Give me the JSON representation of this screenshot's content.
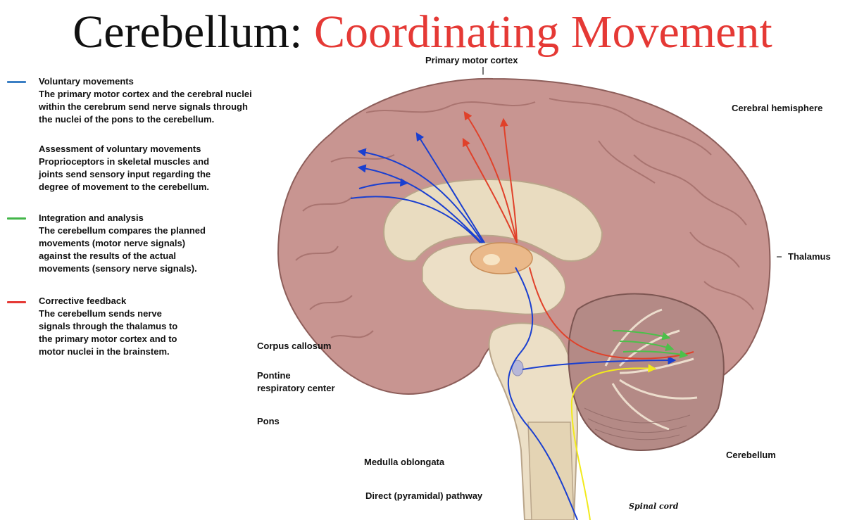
{
  "title": {
    "part1": "Cerebellum: ",
    "part2": "Coordinating Movement"
  },
  "legend": [
    {
      "color": "#3b7fc4",
      "heading": "Voluntary movements",
      "body": "The primary motor cortex and the cerebral nuclei\nwithin the cerebrum send nerve signals through\nthe nuclei of the pons to the cerebellum."
    },
    {
      "color": "",
      "heading": "Assessment of voluntary movements",
      "body": "Proprioceptors in skeletal muscles and\njoints send sensory input regarding the\ndegree of movement to the cerebellum."
    },
    {
      "color": "#43b649",
      "heading": "Integration and analysis",
      "body": "The cerebellum compares the planned\nmovements (motor nerve signals)\nagainst the results of the actual\nmovements (sensory nerve signals)."
    },
    {
      "color": "#e53935",
      "heading": "Corrective feedback",
      "body": "The cerebellum sends nerve\nsignals through the thalamus to\nthe primary motor cortex and to\nmotor nuclei in the brainstem."
    }
  ],
  "labels": {
    "primary_motor_cortex": "Primary motor cortex",
    "cerebral_hemisphere": "Cerebral hemisphere",
    "thalamus": "Thalamus",
    "corpus_callosum": "Corpus callosum",
    "pontine": "Pontine\nrespiratory center",
    "pons": "Pons",
    "cerebellum": "Cerebellum",
    "medulla": "Medulla oblongata",
    "pyramidal": "Direct (pyramidal) pathway",
    "spinal_cord": "Spinal cord"
  },
  "colors": {
    "blue_pathway": "#1a3fd0",
    "red_pathway": "#e0412a",
    "green_pathway": "#4cc04a",
    "yellow_pathway": "#f2ea1c",
    "brain_tissue": "#c89591",
    "brain_inner": "#e9dcc0"
  }
}
